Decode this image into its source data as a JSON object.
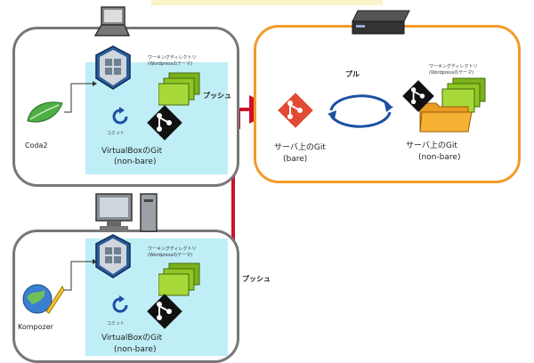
{
  "dev_a": {
    "editor_label": "Coda2",
    "workdir_line1": "ワーキングディレクトリ",
    "workdir_line2": "(Wordpressのテーマ)",
    "commit_label": "コミット",
    "git_line1": "VirtualBoxのGit",
    "git_line2": "(non-bare)"
  },
  "dev_b": {
    "editor_label": "Kompozer",
    "workdir_line1": "ワーキングディレクトリ",
    "workdir_line2": "(Wordpressのテーマ)",
    "commit_label": "コミット",
    "git_line1": "VirtualBoxのGit",
    "git_line2": "(non-bare)"
  },
  "server": {
    "bare_line1": "サーバ上のGit",
    "bare_line2": "(bare)",
    "pull_label": "プル",
    "workdir_line1": "ワーキングディレクトリ",
    "workdir_line2": "(Wordpressのテーマ)",
    "git_line1": "サーバ上のGit",
    "git_line2": "(non-bare)"
  },
  "push_label_top": "プッシュ",
  "push_label_bottom": "プッシュ",
  "colors": {
    "push_arrow": "#d0102a",
    "server_border": "#f39a2a",
    "dev_border": "#777777",
    "vm_area": "#bfeef6",
    "git_icon_red": "#e24a33",
    "pull_arrow": "#1d4fa3",
    "folder_green": "#9fd12a",
    "folder_orange": "#f5b134"
  },
  "icons": [
    "laptop-icon",
    "virtualbox-icon",
    "leaf-icon",
    "commit-cycle-icon",
    "git-icon",
    "server-icon",
    "pull-cycle-icon",
    "folder-icon",
    "desktop-computer-icon",
    "kompozer-icon"
  ]
}
